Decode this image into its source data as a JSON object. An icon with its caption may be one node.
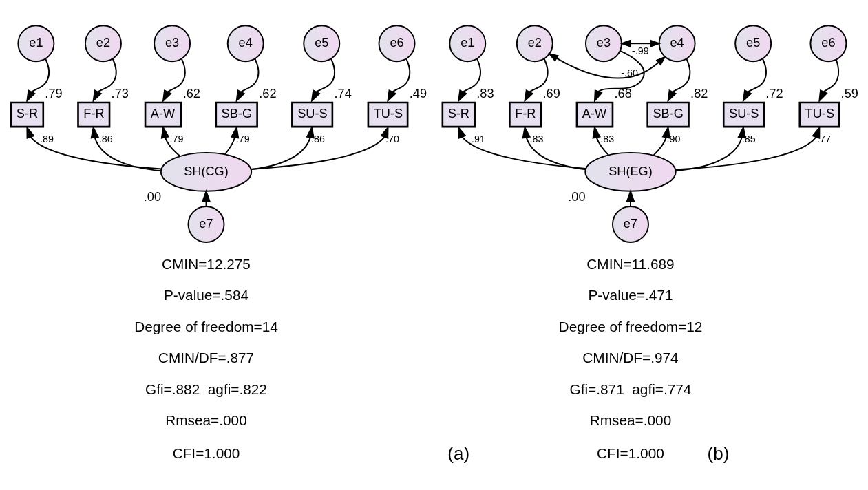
{
  "diagram": {
    "nodes": [
      {
        "text": [
          "e1"
        ]
      },
      {
        "text": [
          "e2"
        ]
      },
      {
        "text": [
          "e3"
        ]
      },
      {
        "text": [
          "e4"
        ]
      },
      {
        "text": [
          "e5"
        ]
      },
      {
        "text": [
          "e6"
        ]
      },
      {
        "text": [
          "S-R"
        ],
        "beside": [
          ".79"
        ]
      },
      {
        "text": [
          "F-R"
        ],
        "beside": [
          ".73"
        ]
      },
      {
        "text": [
          "A-W"
        ],
        "beside": [
          ".62"
        ]
      },
      {
        "text": [
          "SB-G"
        ],
        "beside": [
          ".62"
        ]
      },
      {
        "text": [
          "SU-S"
        ],
        "beside": [
          ".74"
        ]
      },
      {
        "text": [
          "TU-S"
        ],
        "beside": [
          ".49"
        ]
      },
      {
        "text": [
          "SH(CG)"
        ],
        "beside": [
          ".00"
        ]
      },
      {
        "text": [
          "e7"
        ]
      },
      {
        "text": [
          "e1"
        ]
      },
      {
        "text": [
          "e2"
        ]
      },
      {
        "text": [
          "e3"
        ]
      },
      {
        "text": [
          "e4"
        ]
      },
      {
        "text": [
          "e5"
        ]
      },
      {
        "text": [
          "e6"
        ]
      },
      {
        "text": [
          "S-R"
        ],
        "beside": [
          ".83"
        ]
      },
      {
        "text": [
          "F-R"
        ],
        "beside": [
          ".69"
        ]
      },
      {
        "text": [
          "A-W"
        ],
        "beside": [
          ".68"
        ]
      },
      {
        "text": [
          "SB-G"
        ],
        "beside": [
          ".82"
        ]
      },
      {
        "text": [
          "SU-S"
        ],
        "beside": [
          ".72"
        ]
      },
      {
        "text": [
          "TU-S"
        ],
        "beside": [
          ".59"
        ]
      },
      {
        "text": [
          "SH(EG)"
        ],
        "beside": [
          ".00"
        ]
      },
      {
        "text": [
          "e7"
        ]
      }
    ],
    "edges": [
      {
        "from": 0,
        "to": 6,
        "arrow": "to"
      },
      {
        "from": 1,
        "to": 7,
        "arrow": "to"
      },
      {
        "from": 2,
        "to": 8,
        "arrow": "to"
      },
      {
        "from": 3,
        "to": 9,
        "arrow": "to"
      },
      {
        "from": 4,
        "to": 10,
        "arrow": "to"
      },
      {
        "from": 5,
        "to": 11,
        "arrow": "to"
      },
      {
        "from": 12,
        "to": 6,
        "arrow": "to",
        "label": ".89"
      },
      {
        "from": 12,
        "to": 7,
        "arrow": "to",
        "label": ".86"
      },
      {
        "from": 12,
        "to": 8,
        "arrow": "to",
        "label": ".79"
      },
      {
        "from": 12,
        "to": 9,
        "arrow": "to",
        "label": ".79"
      },
      {
        "from": 12,
        "to": 10,
        "arrow": "to",
        "label": ".86"
      },
      {
        "from": 12,
        "to": 11,
        "arrow": "to",
        "label": ".70"
      },
      {
        "from": 13,
        "to": 12,
        "arrow": "to"
      },
      {
        "from": 15,
        "to": 17,
        "arrow": "both",
        "label": "-.60"
      },
      {
        "from": 16,
        "to": 17,
        "arrow": "both",
        "label": "-.99"
      },
      {
        "from": 14,
        "to": 20,
        "arrow": "to"
      },
      {
        "from": 15,
        "to": 21,
        "arrow": "to"
      },
      {
        "from": 16,
        "to": 22,
        "arrow": "to"
      },
      {
        "from": 17,
        "to": 23,
        "arrow": "to"
      },
      {
        "from": 18,
        "to": 24,
        "arrow": "to"
      },
      {
        "from": 19,
        "to": 25,
        "arrow": "to"
      },
      {
        "from": 26,
        "to": 20,
        "arrow": "to",
        "label": ".91"
      },
      {
        "from": 26,
        "to": 21,
        "arrow": "to",
        "label": ".83"
      },
      {
        "from": 26,
        "to": 22,
        "arrow": "to",
        "label": ".83"
      },
      {
        "from": 26,
        "to": 23,
        "arrow": "to",
        "label": ".90"
      },
      {
        "from": 26,
        "to": 24,
        "arrow": "to",
        "label": ".85"
      },
      {
        "from": 26,
        "to": 25,
        "arrow": "to",
        "label": ".77"
      },
      {
        "from": 27,
        "to": 26,
        "arrow": "to"
      }
    ],
    "labels": [
      "CMIN=12.275",
      "P-value=.584",
      "Degree of freedom=14",
      "CMIN/DF=.877",
      "Gfi=.882  agfi=.822",
      "Rmsea=.000",
      "CFI=1.000",
      "CMIN=11.689",
      "P-value=.471",
      "Degree of freedom=12",
      "CMIN/DF=.974",
      "Gfi=.871  agfi=.774",
      "Rmsea=.000",
      "CFI=1.000",
      "(a)",
      "(b)"
    ]
  }
}
